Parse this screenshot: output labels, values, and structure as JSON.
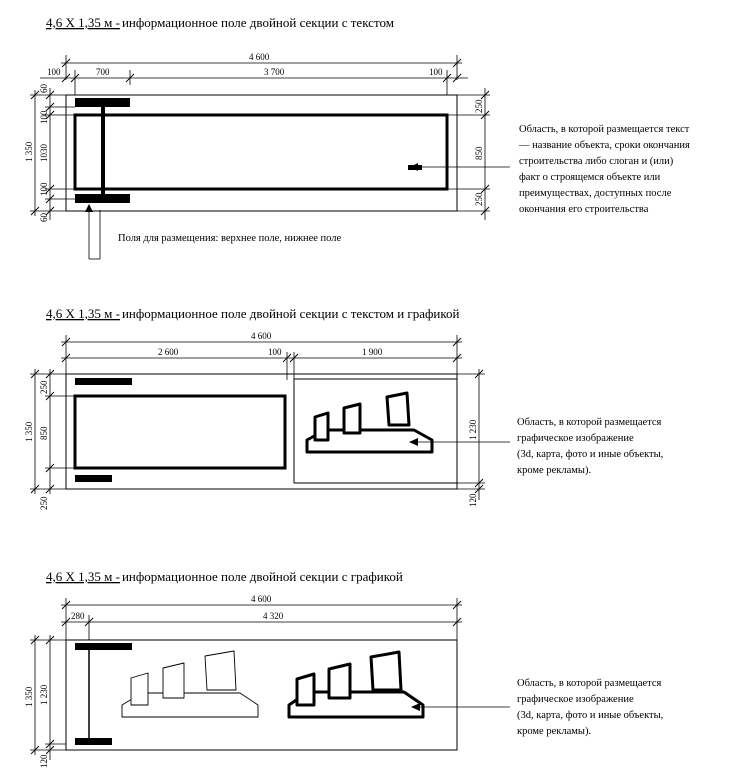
{
  "sections": [
    {
      "title_prefix": "4,6 X 1,35 м -",
      "title_rest": "информационное поле двойной секции с текстом",
      "dims_top_total": "4 600",
      "dims_top_parts": [
        "100",
        "700",
        "3 700",
        "100"
      ],
      "dims_left_total": "1 350",
      "dims_left_parts": [
        "60",
        "100",
        "1030",
        "100",
        "60"
      ],
      "dims_right_parts": [
        "250",
        "850",
        "250"
      ],
      "annotation": "Область, в которой размещается текст — название объекта, сроки окончания строительства либо слоган и (или) факт о строящемся объекте или преимуществах, доступных после окончания его строительства",
      "annotation_lines": [
        "Область, в которой размещается текст",
        "— название объекта, сроки окончания",
        "строительства либо слоган и (или)",
        "факт о строящемся объекте или",
        "преимуществах, доступных после",
        "окончания его строительства"
      ],
      "fields_label": "Поля для размещения: верхнее поле, нижнее поле"
    },
    {
      "title_prefix": "4,6 X 1,35 м -",
      "title_rest": "информационное поле двойной секции с текстом и графикой",
      "dims_top_total": "4 600",
      "dims_top_parts": [
        "2 600",
        "100",
        "1 900"
      ],
      "dims_left_total": "1 350",
      "dims_left_parts": [
        "250",
        "850",
        "250"
      ],
      "dims_right_parts": [
        "1 230",
        "120"
      ],
      "annotation_lines": [
        "Область, в которой размещается",
        "графическое изображение",
        "(3d, карта, фото и иные объекты,",
        "кроме рекламы)."
      ]
    },
    {
      "title_prefix": "4,6 X 1,35 м -",
      "title_rest": "информационное поле двойной секции с графикой",
      "dims_top_total": "4 600",
      "dims_top_parts": [
        "280",
        "4 320"
      ],
      "dims_left_total": "1 350",
      "dims_left_parts": [
        "1 230",
        "120"
      ],
      "annotation_lines": [
        "Область, в которой размещается",
        "графическое изображение",
        "(3d, карта, фото и иные объекты,",
        "кроме рекламы)."
      ]
    }
  ]
}
